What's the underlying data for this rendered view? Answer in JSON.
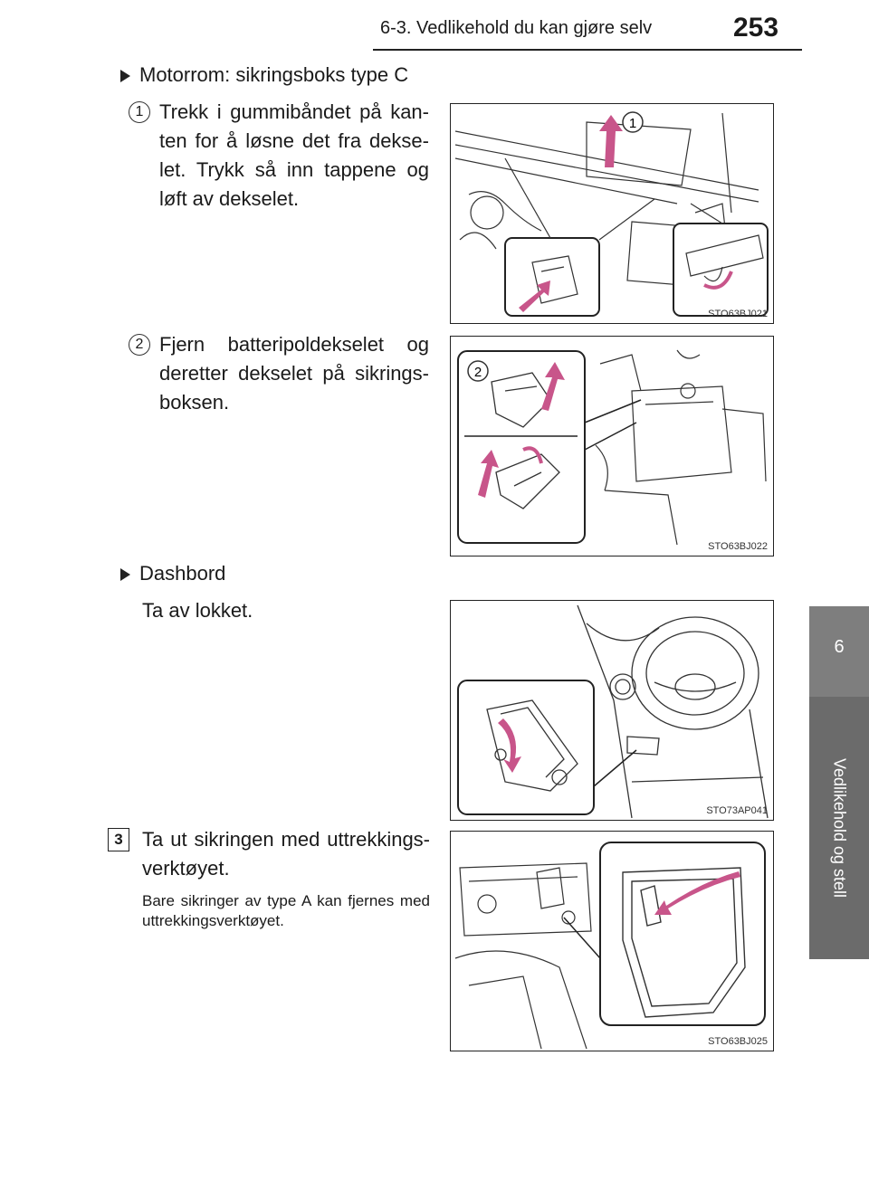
{
  "header": {
    "section": "6-3. Vedlikehold du kan gjøre selv",
    "page_number": "253"
  },
  "side_tab": {
    "chapter": "6",
    "label": "Vedlikehold og stell"
  },
  "section_engine": {
    "heading": "Motorrom: sikringsboks type C",
    "step1": {
      "number": "1",
      "text": "Trekk i gummibåndet på kan-ten for å løsne det fra dekse-let. Trykk så inn tappene og løft av dekselet."
    },
    "step2": {
      "number": "2",
      "text": "Fjern batteripoldekselet og deretter dekselet på sikrings-boksen."
    }
  },
  "section_dash": {
    "heading": "Dashbord",
    "text": "Ta av lokket."
  },
  "step3": {
    "number": "3",
    "text": "Ta ut sikringen med uttrekkings-verktøyet.",
    "note": "Bare sikringer av type A kan fjernes med uttrekkingsverktøyet."
  },
  "figures": {
    "fig1": {
      "caption": "STO63BJ021",
      "callout": "1"
    },
    "fig2": {
      "caption": "STO63BJ022",
      "callout": "2"
    },
    "fig3": {
      "caption": "STO73AP041"
    },
    "fig4": {
      "caption": "STO63BJ025"
    }
  },
  "colors": {
    "arrow": "#c8558a",
    "tab_dark": "#6b6b6b",
    "tab_light": "#7e7e7e"
  }
}
